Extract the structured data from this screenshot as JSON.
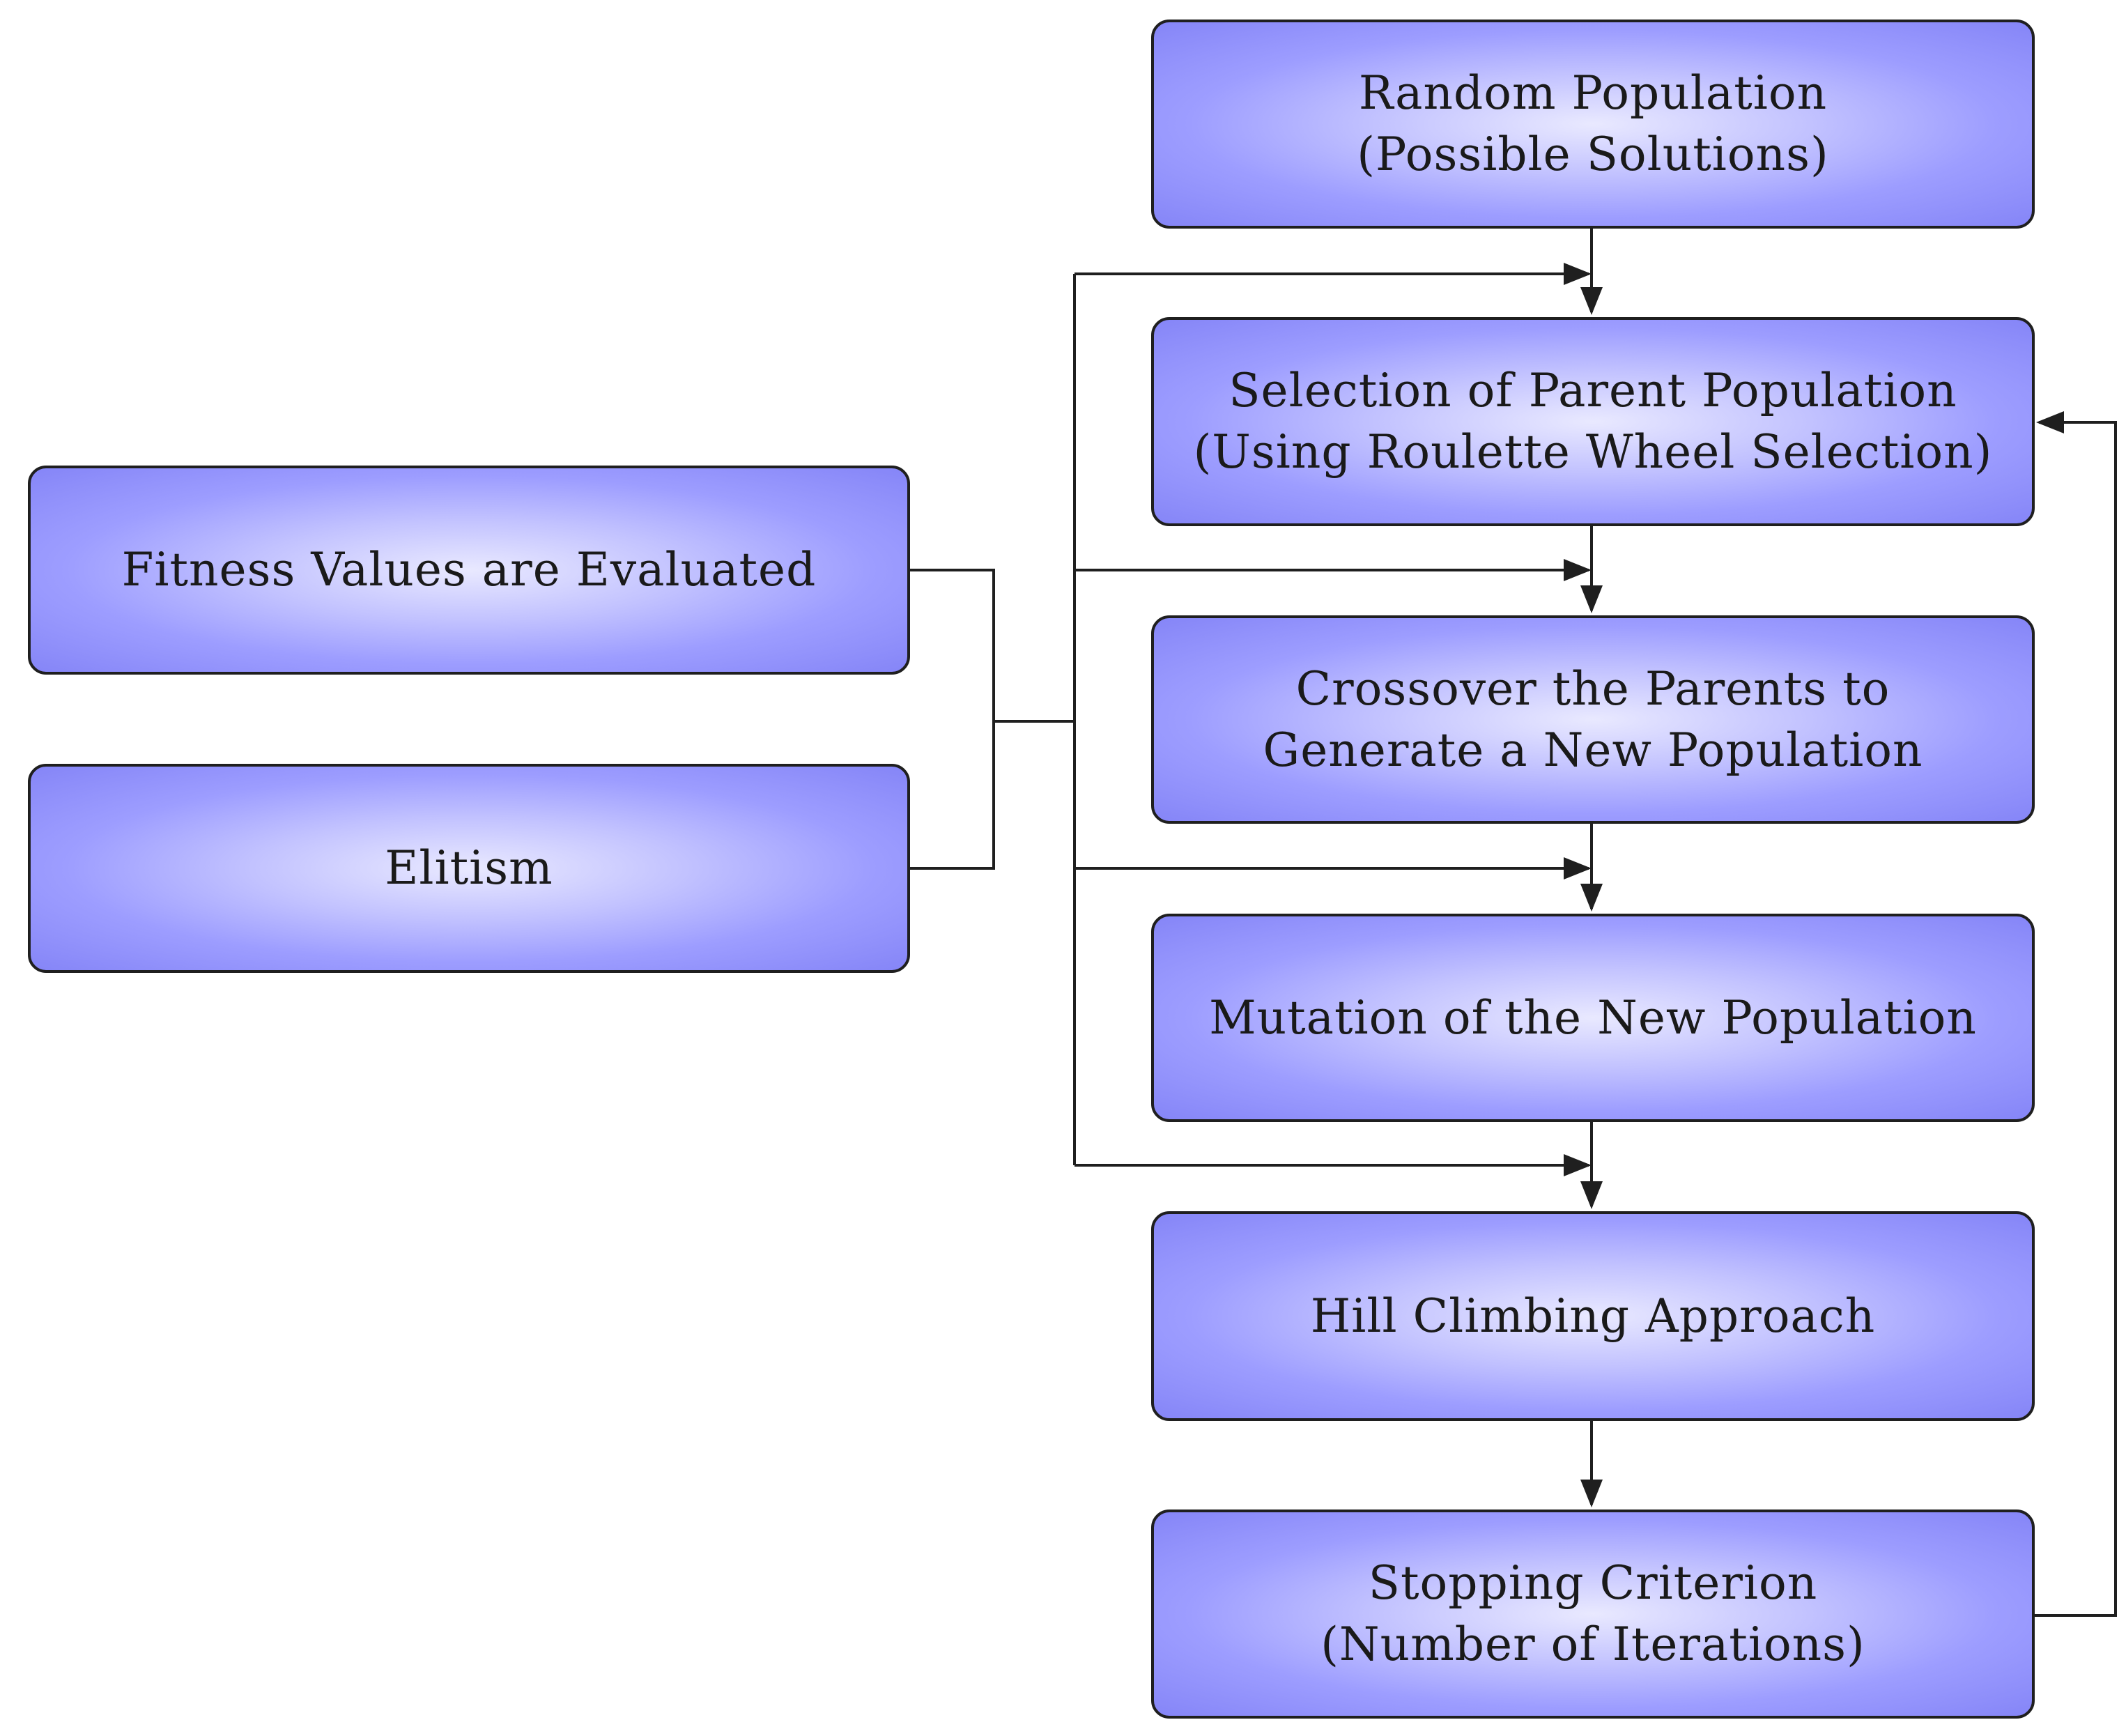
{
  "diagram": {
    "nodes": {
      "random_population": {
        "line1": "Random Population",
        "line2": "(Possible Solutions)"
      },
      "selection": {
        "line1": "Selection of Parent Population",
        "line2": "(Using Roulette Wheel Selection)"
      },
      "crossover": {
        "line1": "Crossover the Parents to",
        "line2": "Generate a New Population"
      },
      "mutation": {
        "line1": "Mutation of the New Population"
      },
      "hill_climbing": {
        "line1": "Hill Climbing Approach"
      },
      "stopping": {
        "line1": "Stopping Criterion",
        "line2": "(Number of Iterations)"
      },
      "fitness": {
        "line1": "Fitness Values are Evaluated"
      },
      "elitism": {
        "line1": "Elitism"
      }
    },
    "colors": {
      "box_fill_center": "#e9e9ff",
      "box_fill_edge": "#8585f7",
      "stroke": "#1f1f1f"
    }
  }
}
